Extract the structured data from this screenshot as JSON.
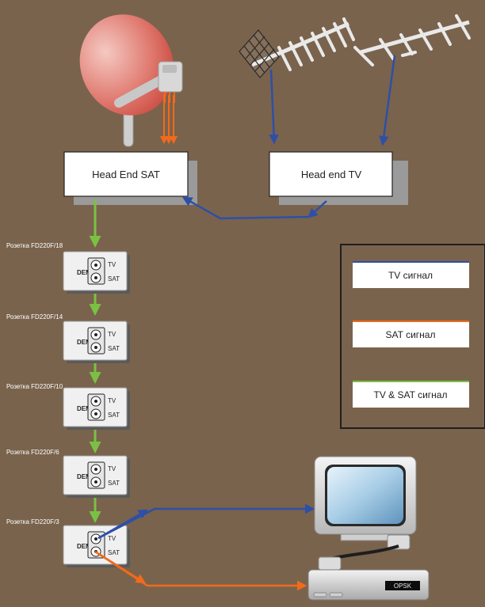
{
  "colors": {
    "background": "#7a634c",
    "tv_signal": "#2e4fa8",
    "sat_signal": "#f26a1b",
    "combined_signal": "#7ac143"
  },
  "icons": {
    "dish": "satellite-dish",
    "antenna1": "tv-antenna-yagi-with-reflector",
    "antenna2": "tv-antenna-yagi",
    "tv": "television-set",
    "receiver": "satellite-receiver"
  },
  "headends": {
    "sat": "Head End SAT",
    "tv": "Head end TV"
  },
  "outlets": [
    {
      "label": "Розетка FD220F/18",
      "brand": "DEMIX",
      "tv": "TV",
      "sat": "SAT"
    },
    {
      "label": "Розетка FD220F/14",
      "brand": "DEMIX",
      "tv": "TV",
      "sat": "SAT"
    },
    {
      "label": "Розетка FD220F/10",
      "brand": "DEMIX",
      "tv": "TV",
      "sat": "SAT"
    },
    {
      "label": "Розетка FD220F/6",
      "brand": "DEMIX",
      "tv": "TV",
      "sat": "SAT"
    },
    {
      "label": "Розетка FD220F/3",
      "brand": "DEMIX",
      "tv": "TV",
      "sat": "SAT"
    }
  ],
  "legend": {
    "tv": "TV сигнал",
    "sat": "SAT сигнал",
    "both": "TV & SAT сигнал"
  },
  "receiver_display": "OPSK"
}
